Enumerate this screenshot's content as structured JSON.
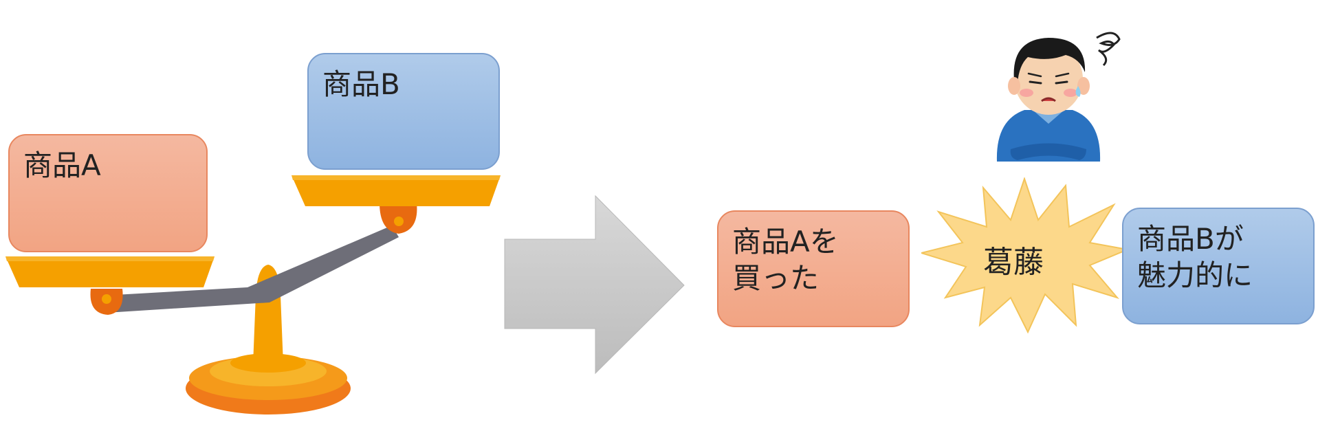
{
  "left_scale": {
    "product_a_label": "商品A",
    "product_b_label": "商品B"
  },
  "result": {
    "bought_line1": "商品Aを",
    "bought_line2": "買った",
    "conflict_label": "葛藤",
    "attractive_line1": "商品Bが",
    "attractive_line2": "魅力的に"
  },
  "colors": {
    "box_a_fill": "#f2a483",
    "box_b_fill": "#8eb3e0",
    "scale_orange": "#f5a000",
    "arrow_gray": "#c8c8c8",
    "burst_yellow": "#fcd88a"
  },
  "icons": [
    "balance-scale-icon",
    "right-arrow-icon",
    "burst-icon",
    "worried-person-icon"
  ]
}
